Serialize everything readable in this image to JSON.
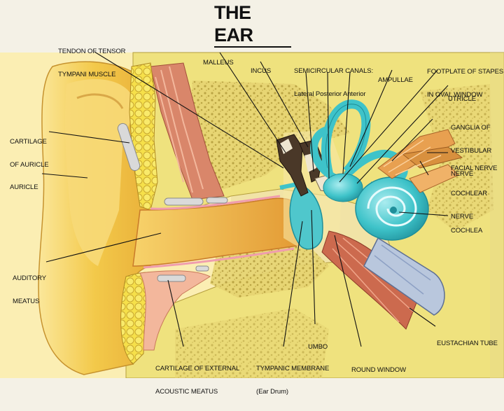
{
  "title": "THE EAR",
  "labels": {
    "tendon": [
      "TENDON OF TENSOR",
      "TYMPANI MUSCLE"
    ],
    "malleus": [
      "MALLEUS"
    ],
    "incus": [
      "INCUS"
    ],
    "canals": [
      "SEMICIRCULAR CANALS:",
      "Lateral Posterior Anterior"
    ],
    "ampullae": [
      "AMPULLAE"
    ],
    "footplate": [
      "FOOTPLATE OF STAPES",
      "IN OVAL WINDOW"
    ],
    "utricle": [
      "UTRICLE"
    ],
    "ganglia": [
      "GANGLIA OF",
      "VESTIBULAR",
      "NERVE"
    ],
    "facial": [
      "FACIAL NERVE"
    ],
    "cochlear_nerve": [
      "COCHLEAR",
      "NERVE"
    ],
    "cochlea": [
      "COCHLEA"
    ],
    "cartilage_auricle": [
      "CARTILAGE",
      "OF AURICLE"
    ],
    "auricle": [
      "AURICLE"
    ],
    "auditory": [
      "AUDITORY",
      "MEATUS"
    ],
    "cartilage_external": [
      "CARTILAGE OF EXTERNAL",
      "ACOUSTIC MEATUS"
    ],
    "umbo": [
      "UMBO"
    ],
    "tympanic": [
      "TYMPANIC MEMBRANE",
      "(Ear Drum)"
    ],
    "round_window": [
      "ROUND WINDOW"
    ],
    "eustachian": [
      "EUSTACHIAN TUBE"
    ]
  },
  "colors": {
    "skin": "#f3c94a",
    "skin_light": "#fbe58a",
    "canal": "#e9a83b",
    "bone": "#efe27e",
    "bone_spongy": "#d8c466",
    "cartilage": "#f6e04a",
    "inner_ear": "#3ec3c9",
    "inner_ear_dark": "#1f8f9a",
    "muscle": "#d4755a",
    "nerve": "#e8a050",
    "ossicle_dark": "#3a2a20",
    "line": "#111111"
  }
}
